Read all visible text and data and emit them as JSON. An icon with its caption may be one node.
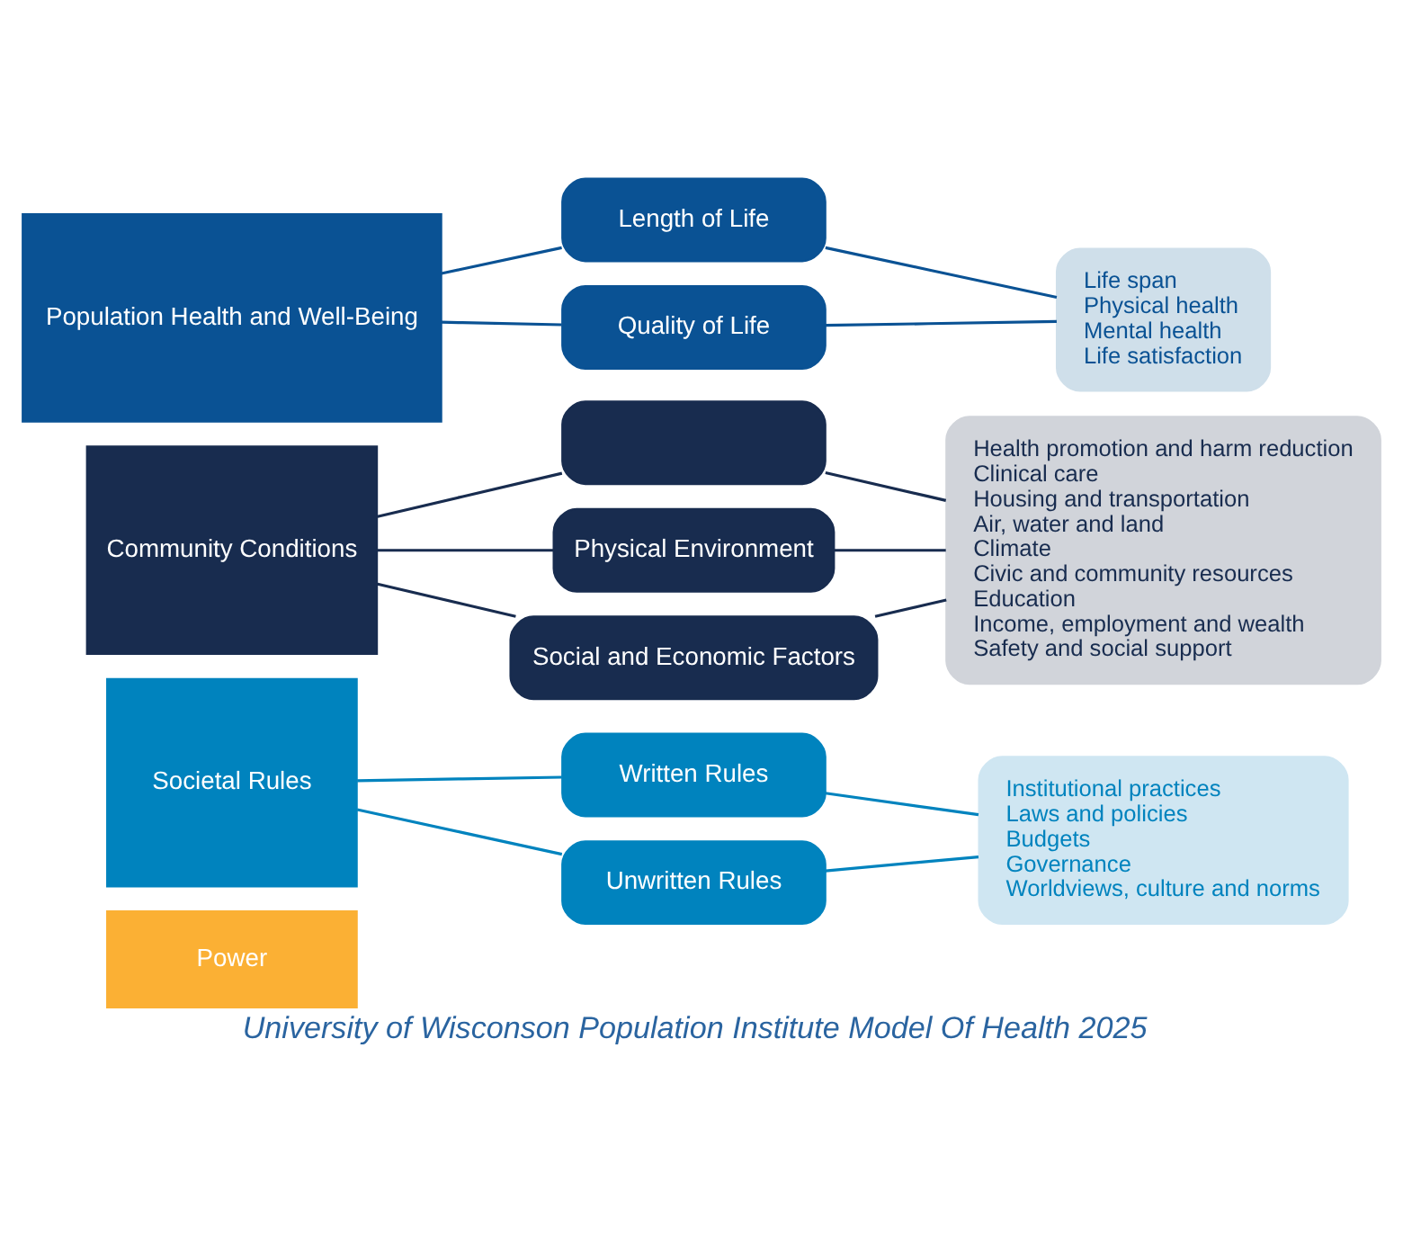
{
  "diagram": {
    "caption": "University of Wisconson Population Institute Model Of Health 2025",
    "nodes": [
      {
        "text": [
          "Population Health and Well-Being"
        ]
      },
      {
        "text": [
          "Length of Life"
        ]
      },
      {
        "text": [
          "Quality of Life"
        ]
      },
      {
        "text": [
          "Life span",
          "Physical health",
          "Mental health",
          "Life satisfaction"
        ]
      },
      {
        "text": [
          "Community Conditions"
        ]
      },
      {
        "text": [],
        "shape": "box"
      },
      {
        "text": [
          "Physical Environment"
        ]
      },
      {
        "text": [
          "Social and Economic Factors"
        ]
      },
      {
        "text": [
          "Health promotion and harm reduction",
          "Clinical care",
          "Housing and transportation",
          "Air, water and land",
          "Climate",
          "Civic and community resources",
          "Education",
          "Income, employment and wealth",
          "Safety and social support"
        ]
      },
      {
        "text": [
          "Societal Rules"
        ]
      },
      {
        "text": [
          "Written Rules"
        ]
      },
      {
        "text": [
          "Unwritten Rules"
        ]
      },
      {
        "text": [
          "Institutional practices",
          "Laws and policies",
          "Budgets",
          "Governance",
          "Worldviews, culture and norms"
        ]
      },
      {
        "text": [
          "Power"
        ]
      }
    ],
    "edges": [
      {
        "from": 0,
        "to": 1,
        "arrow": "none",
        "color": "#0a5294"
      },
      {
        "from": 0,
        "to": 2,
        "arrow": "none",
        "color": "#0a5294"
      },
      {
        "from": 1,
        "to": 3,
        "arrow": "none",
        "color": "#0a5294"
      },
      {
        "from": 2,
        "to": 3,
        "arrow": "none",
        "color": "#0a5294"
      },
      {
        "from": 4,
        "to": 5,
        "arrow": "none"
      },
      {
        "from": 4,
        "to": 6,
        "arrow": "none"
      },
      {
        "from": 4,
        "to": 7,
        "arrow": "none"
      },
      {
        "from": 5,
        "to": 8,
        "arrow": "none"
      },
      {
        "from": 6,
        "to": 8,
        "arrow": "none"
      },
      {
        "from": 7,
        "to": 8,
        "arrow": "none"
      },
      {
        "from": 9,
        "to": 10,
        "arrow": "none",
        "color": "#0083be"
      },
      {
        "from": 9,
        "to": 11,
        "arrow": "none",
        "color": "#0083be"
      },
      {
        "from": 10,
        "to": 12,
        "arrow": "none",
        "color": "#0083be"
      },
      {
        "from": 11,
        "to": 12,
        "arrow": "none",
        "color": "#0083be"
      }
    ]
  }
}
